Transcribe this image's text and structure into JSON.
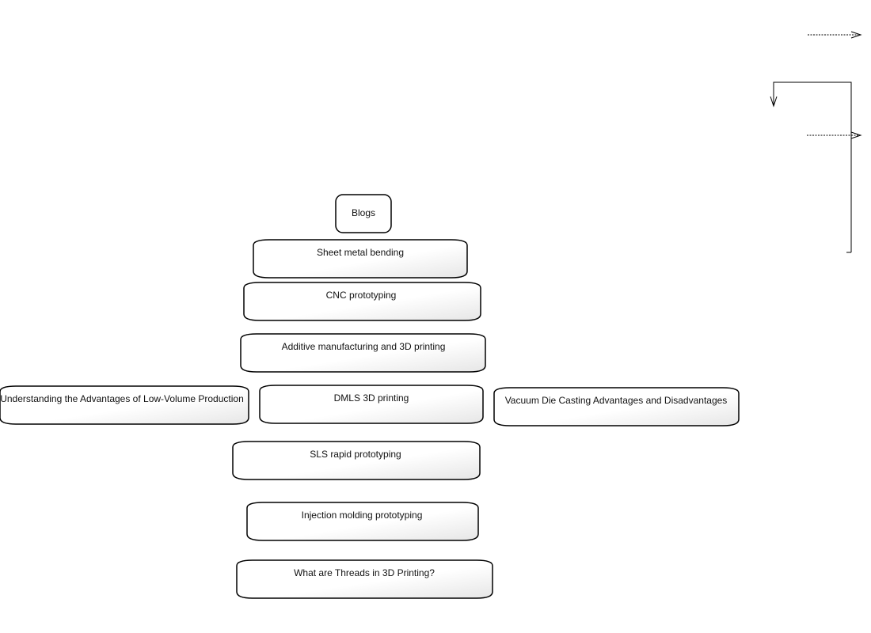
{
  "diagram": {
    "nodes": {
      "blogs": "Blogs",
      "sheet_metal": "Sheet metal bending",
      "cnc": "CNC prototyping",
      "additive": "Additive manufacturing and 3D printing",
      "low_volume": "Understanding the Advantages of Low-Volume Production",
      "dmls": "DMLS 3D printing",
      "vacuum": "Vacuum Die Casting Advantages and Disadvantages",
      "sls": "SLS rapid prototyping",
      "injection": "Injection molding prototyping",
      "threads": "What are Threads in 3D Printing?"
    },
    "colors": {
      "stroke": "#000000",
      "fill_light": "#ffffff",
      "fill_shade": "#e6e6e6",
      "text": "#111111"
    }
  }
}
